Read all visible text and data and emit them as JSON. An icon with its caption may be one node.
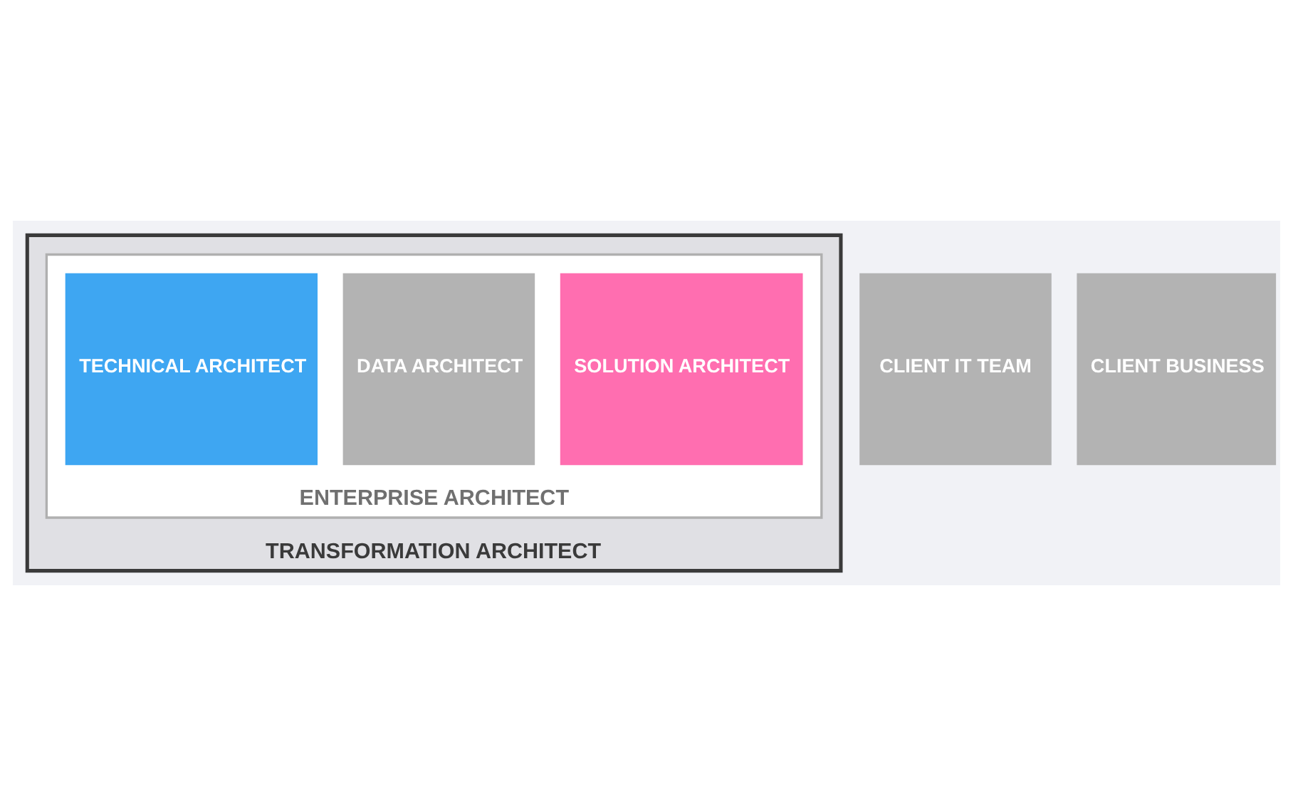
{
  "diagram": {
    "nodes": [
      {
        "text": [
          "TRANSFORMATION ARCHITECT"
        ]
      },
      {
        "text": [
          "ENTERPRISE ARCHITECT"
        ],
        "in": 0
      },
      {
        "text": [
          "SOLUTION ARCHITECT"
        ],
        "in": 1
      },
      {
        "text": [
          "DATA ARCHITECT"
        ],
        "in": 1
      },
      {
        "text": [
          "TECHNICAL ARCHITECT"
        ],
        "in": 1
      },
      {
        "text": [
          "CLIENT IT TEAM"
        ]
      },
      {
        "text": [
          "CLIENT BUSINESS"
        ]
      }
    ],
    "edges": []
  }
}
